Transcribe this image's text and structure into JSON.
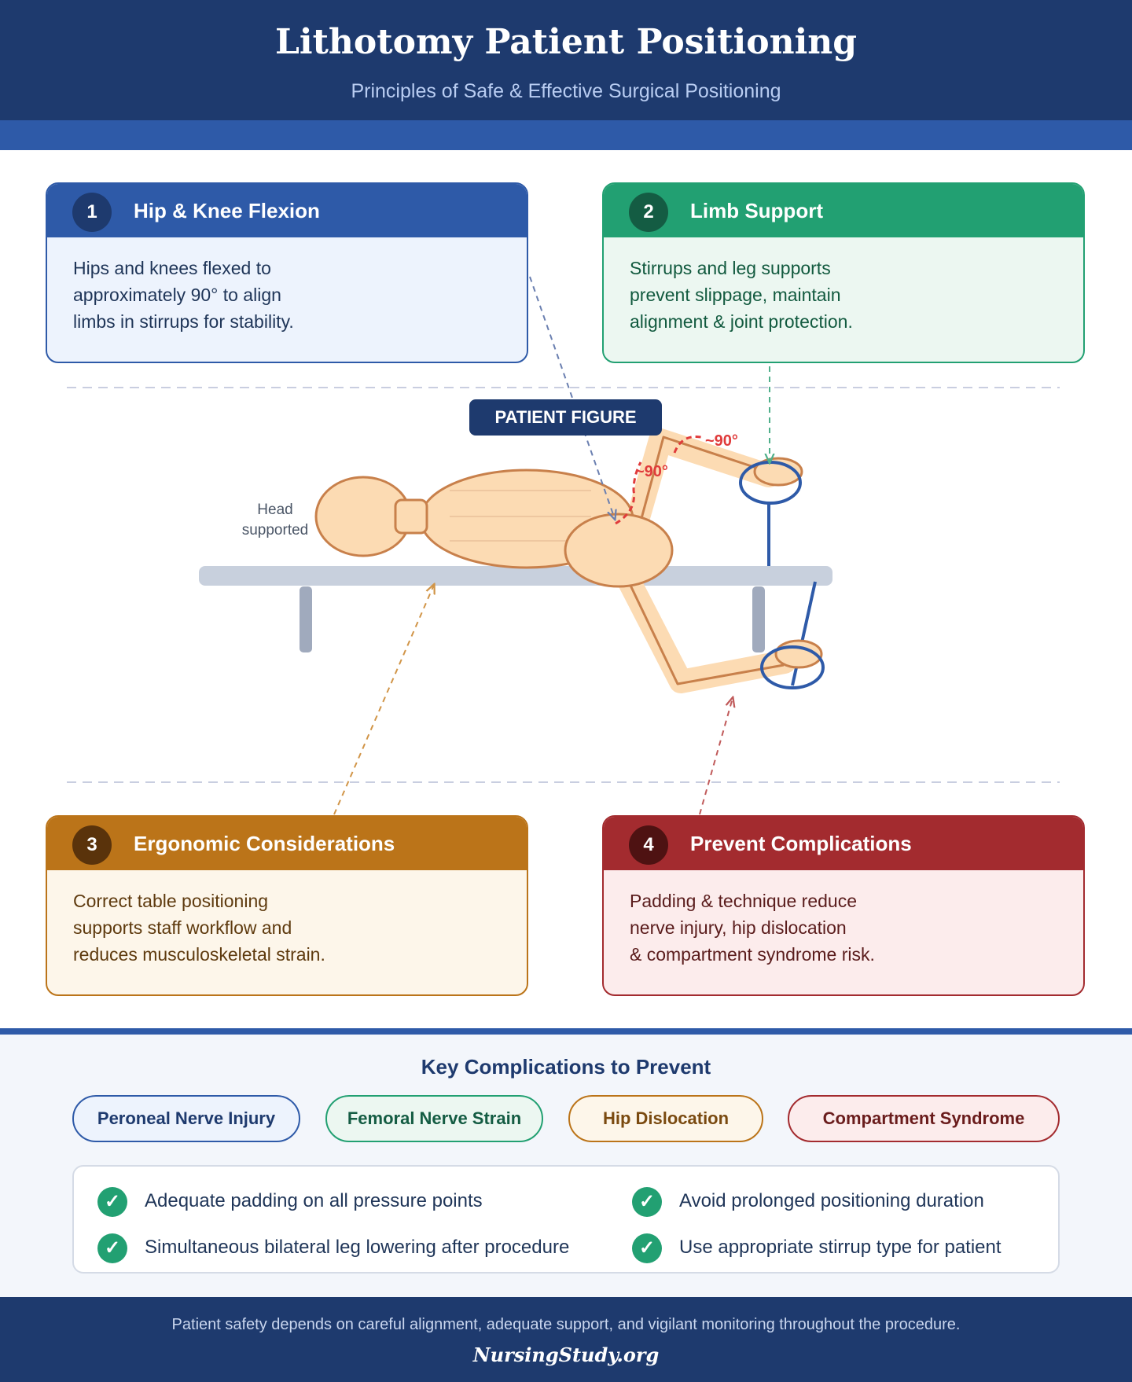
{
  "header": {
    "title": "Lithotomy Patient Positioning",
    "subtitle": "Principles of Safe & Effective Surgical Positioning"
  },
  "cards": [
    {
      "num": "1",
      "title": "Hip & Knee Flexion",
      "lines": [
        "Hips and knees flexed to",
        "approximately 90° to align",
        "limbs in stirrups for stability."
      ]
    },
    {
      "num": "2",
      "title": "Limb Support",
      "lines": [
        "Stirrups and leg supports",
        "prevent slippage, maintain",
        "alignment & joint protection."
      ]
    },
    {
      "num": "3",
      "title": "Ergonomic Considerations",
      "lines": [
        "Correct table positioning",
        "supports staff workflow and",
        "reduces musculoskeletal strain."
      ]
    },
    {
      "num": "4",
      "title": "Prevent Complications",
      "lines": [
        "Padding & technique reduce",
        "nerve injury, hip dislocation",
        "& compartment syndrome risk."
      ]
    }
  ],
  "figure": {
    "label": "PATIENT FIGURE",
    "head_label_1": "Head",
    "head_label_2": "supported",
    "angle_hip": "~90°",
    "angle_knee": "~90°"
  },
  "complications": {
    "title": "Key Complications to Prevent",
    "pills": [
      "Peroneal Nerve Injury",
      "Femoral Nerve Strain",
      "Hip Dislocation",
      "Compartment Syndrome"
    ],
    "tips": [
      "Adequate padding on all pressure points",
      "Avoid prolonged positioning duration",
      "Simultaneous bilateral leg lowering after procedure",
      "Use appropriate stirrup type for patient"
    ]
  },
  "footer": {
    "note": "Patient safety depends on careful alignment, adequate support, and vigilant monitoring throughout the procedure.",
    "brand": "NursingStudy.org"
  },
  "colors": {
    "navy": "#1e3a6e",
    "blue": "#2e5aa8",
    "green": "#22a072",
    "amber": "#bb7419",
    "red": "#a32b2f",
    "skin": "#fcdbb3",
    "skin_outline": "#c8804b"
  }
}
